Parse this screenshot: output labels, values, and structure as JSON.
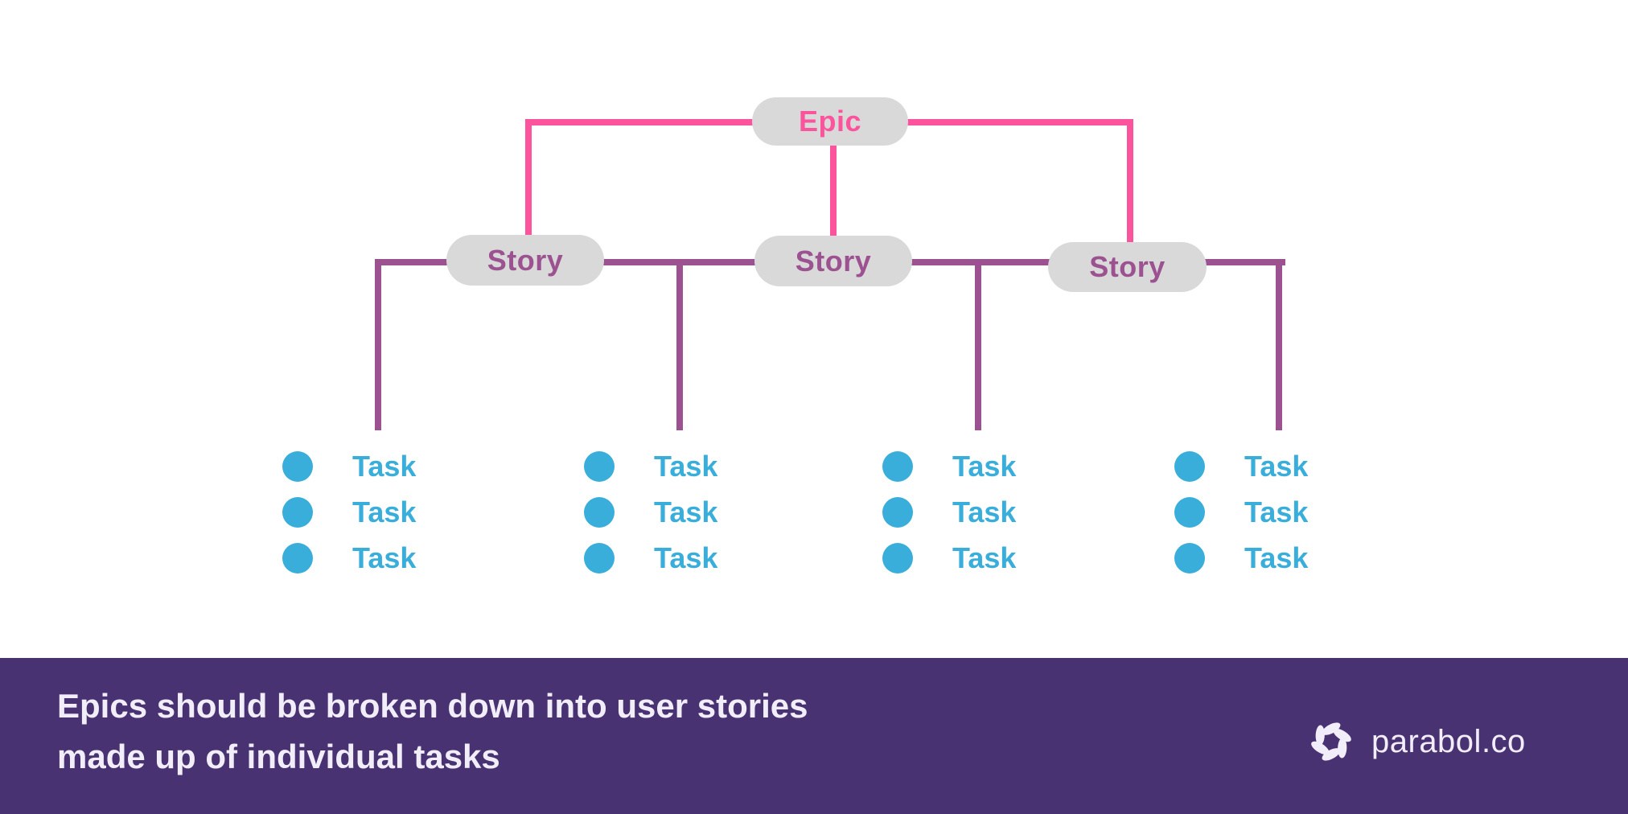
{
  "colors": {
    "background": "#FFFFFF",
    "pink": "#FB549C",
    "purple": "#9C5191",
    "pill_gray": "#D9D9D9",
    "task_blue": "#39AEDB",
    "banner_purple": "#493272",
    "banner_text": "#F2EEF9"
  },
  "diagram": {
    "epic": {
      "label": "Epic"
    },
    "stories": [
      {
        "label": "Story"
      },
      {
        "label": "Story"
      },
      {
        "label": "Story"
      }
    ],
    "task_columns": [
      {
        "tasks": [
          "Task",
          "Task",
          "Task"
        ]
      },
      {
        "tasks": [
          "Task",
          "Task",
          "Task"
        ]
      },
      {
        "tasks": [
          "Task",
          "Task",
          "Task"
        ]
      },
      {
        "tasks": [
          "Task",
          "Task",
          "Task"
        ]
      }
    ]
  },
  "banner": {
    "caption_line1": "Epics should be broken down into user stories",
    "caption_line2": "made up of individual tasks",
    "logo_text": "parabol.co",
    "logo_icon": "parabol-pinwheel-icon"
  }
}
